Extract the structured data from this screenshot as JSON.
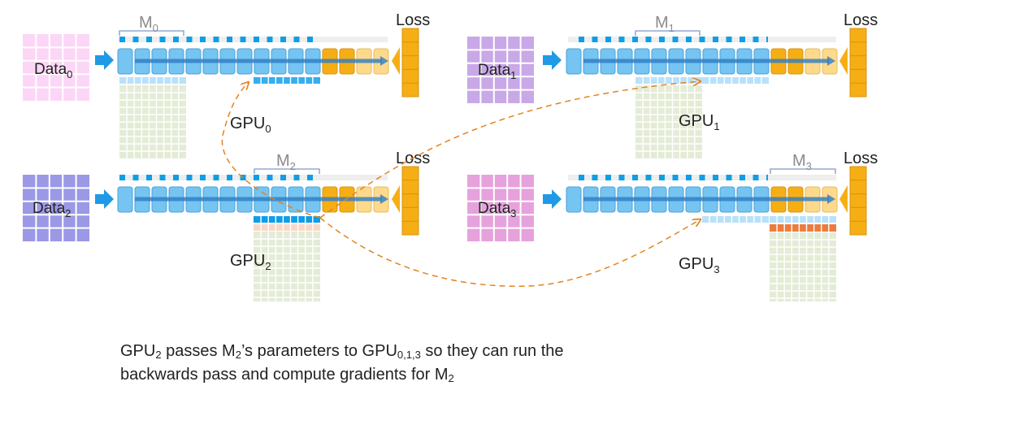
{
  "colors": {
    "blue_block": "#75c4f1",
    "blue_stroke": "#4aa2da",
    "blue_dots": "#0e9ee6",
    "arrow_blue": "#2e7ec4",
    "orange_block": "#f6ae15",
    "orange_light": "#fdd98c",
    "orange_dashed": "#e48320",
    "grid_green": "#e4ecd6",
    "param_light": "#b9e1fa",
    "param_pink": "#f9d8c8",
    "param_orange": "#ee7b3d",
    "bracket": "#7f98c6",
    "dots_grey": "#eeeeee"
  },
  "panels": [
    {
      "data_base": "Data",
      "data_sub": "0",
      "gpu_base": "GPU",
      "gpu_sub": "0",
      "model_base": "M",
      "model_sub": "0",
      "loss": "Loss",
      "data_color": "#fcd6f6"
    },
    {
      "data_base": "Data",
      "data_sub": "1",
      "gpu_base": "GPU",
      "gpu_sub": "1",
      "model_base": "M",
      "model_sub": "1",
      "loss": "Loss",
      "data_color": "#c8a8e6"
    },
    {
      "data_base": "Data",
      "data_sub": "2",
      "gpu_base": "GPU",
      "gpu_sub": "2",
      "model_base": "M",
      "model_sub": "2",
      "loss": "Loss",
      "data_color": "#9b98e6"
    },
    {
      "data_base": "Data",
      "data_sub": "3",
      "gpu_base": "GPU",
      "gpu_sub": "3",
      "model_base": "M",
      "model_sub": "3",
      "loss": "Loss",
      "data_color": "#e6a2dc"
    }
  ],
  "caption": {
    "line1_a": "GPU",
    "line1_a_sub": "2",
    "line1_b": " passes M",
    "line1_b_sub": "2",
    "line1_c": "’s parameters to GPU",
    "line1_c_sub": "0,1,3",
    "line1_d": " so they can run the",
    "line2_a": "backwards pass and compute gradients for M",
    "line2_a_sub": "2"
  }
}
